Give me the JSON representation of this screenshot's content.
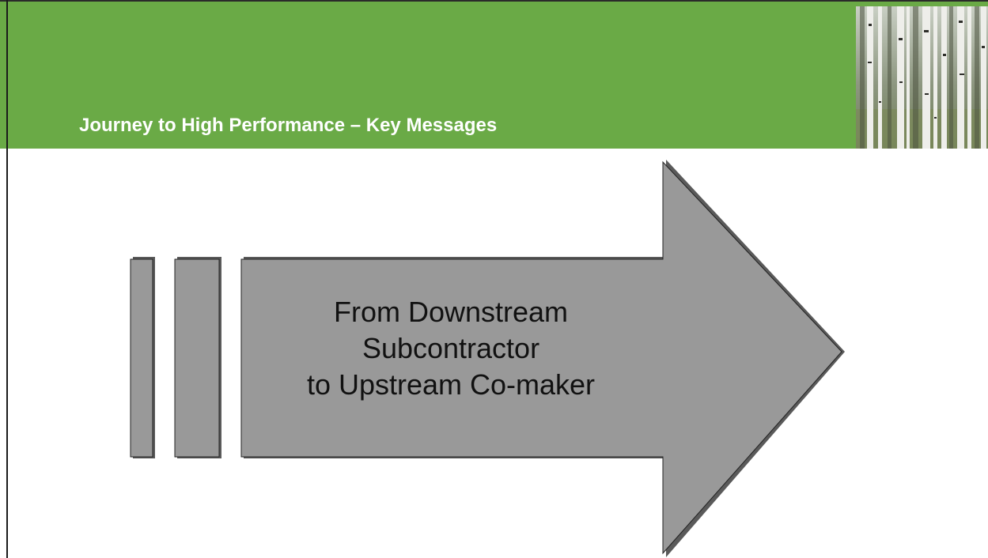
{
  "header": {
    "title": "Journey to High Performance – Key Messages",
    "accent_color": "#6aaa46",
    "image_icon": "birch-forest-photo"
  },
  "diagram": {
    "shape_color": "#999999",
    "message_lines": [
      "From Downstream",
      "Subcontractor",
      "to Upstream Co-maker"
    ]
  }
}
